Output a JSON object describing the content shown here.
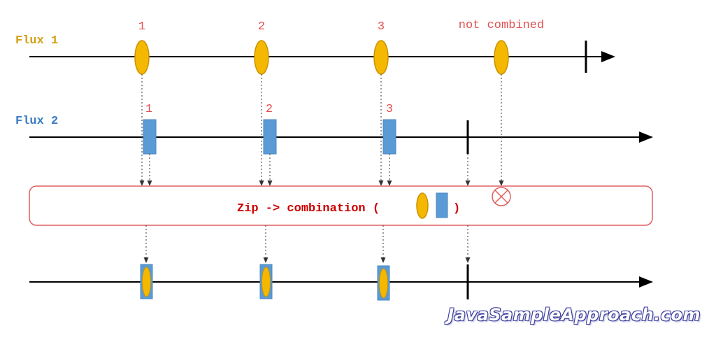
{
  "flux1": {
    "label": "Flux 1",
    "element_labels": [
      "1",
      "2",
      "3",
      "not combined"
    ],
    "color": "#f5b800",
    "label_color": "#d4a017"
  },
  "flux2": {
    "label": "Flux 2",
    "element_labels": [
      "1",
      "2",
      "3"
    ],
    "color": "#5b9bd5",
    "label_color": "#3a7cc2"
  },
  "operator": {
    "text": "Zip -> combination (",
    "close": ")",
    "text_color": "#cc0000",
    "border_color": "#e06060"
  },
  "number_label_color": "#e05050",
  "result": {
    "pair_count": 3
  },
  "watermark": "JavaSampleApproach.com"
}
